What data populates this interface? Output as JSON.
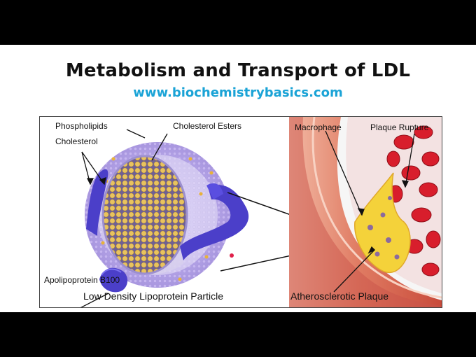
{
  "header": {
    "title": "Metabolism and Transport of LDL",
    "url": "www.biochemistrybasics.com"
  },
  "diagram": {
    "labels": {
      "phospholipids": "Phospholipids",
      "cholesterol_esters": "Cholesterol Esters",
      "cholesterol": "Cholesterol",
      "apolipoprotein": "Apolipoprotein B100",
      "macrophage": "Macrophage",
      "plaque_rupture": "Plaque Rupture"
    },
    "captions": {
      "left": "Low Density Lipoprotein Particle",
      "right": "Atherosclerotic Plaque"
    }
  },
  "colors": {
    "url": "#1aa3d6",
    "particle_shell": "#b7a6e6",
    "apolipoprotein": "#4b3fc9",
    "core_dots": "#e8c15a",
    "artery_wall": "#e0806a",
    "plaque": "#f4d23a",
    "blood_cells": "#d81e2c"
  }
}
